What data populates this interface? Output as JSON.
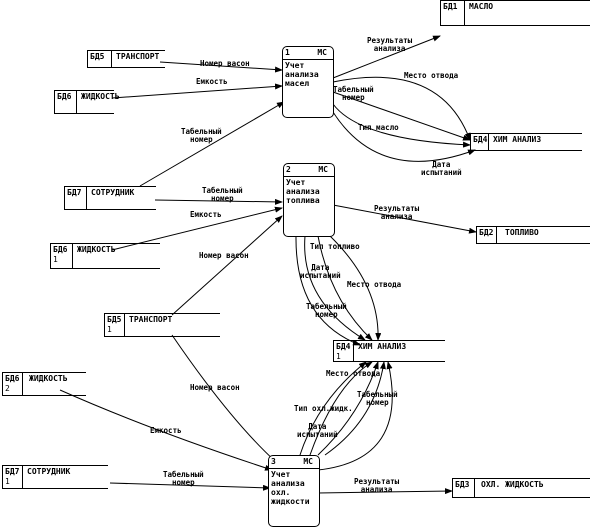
{
  "stores": [
    {
      "id": "s_oil",
      "code": "БД1",
      "name": "МАСЛО",
      "sub": ""
    },
    {
      "id": "s_transport1",
      "code": "БД5",
      "name": "ТРАНСПОРТ",
      "sub": ""
    },
    {
      "id": "s_liquid1",
      "code": "БД6",
      "name": "ЖИДКОСТЬ",
      "sub": ""
    },
    {
      "id": "s_staff1",
      "code": "БД7",
      "name": "СОТРУДНИК",
      "sub": ""
    },
    {
      "id": "s_chem1",
      "code": "БД4",
      "name": "ХИМ АНАЛИЗ",
      "sub": ""
    },
    {
      "id": "s_liquid2",
      "code": "БД6",
      "name": "ЖИДКОСТЬ",
      "sub": "1"
    },
    {
      "id": "s_fuel",
      "code": "БД2",
      "name": "ТОПЛИВО",
      "sub": ""
    },
    {
      "id": "s_transport2",
      "code": "БД5",
      "name": "ТРАНСПОРТ",
      "sub": "1"
    },
    {
      "id": "s_chem2",
      "code": "БД4",
      "name": "ХИМ АНАЛИЗ",
      "sub": "1"
    },
    {
      "id": "s_liquid3",
      "code": "БД6",
      "name": "ЖИДКОСТЬ",
      "sub": "2"
    },
    {
      "id": "s_staff2",
      "code": "БД7",
      "name": "СОТРУДНИК",
      "sub": "1"
    },
    {
      "id": "s_cool",
      "code": "БД3",
      "name": "ОХЛ. ЖИДКОСТЬ",
      "sub": ""
    }
  ],
  "processes": [
    {
      "id": "p1",
      "num": "1",
      "mc": "МС",
      "text": "Учет\nанализа\nмасел"
    },
    {
      "id": "p2",
      "num": "2",
      "mc": "МС",
      "text": "Учет\nанализа\nтоплива"
    },
    {
      "id": "p3",
      "num": "3",
      "mc": "МС",
      "text": "Учет\nанализа\nохл.\nжидкости"
    }
  ],
  "flows": [
    "Результаты\nанализа",
    "Номер васон",
    "Емкость",
    "Место отвода",
    "Табельный\nномер",
    "Тип масло",
    "Табельный\nномер",
    "Дата\nиспытаний",
    "Табельный\nномер",
    "Емкость",
    "Результаты\nанализа",
    "Номер васон",
    "Тип топливо",
    "Дата\nиспытаний",
    "Место отвода",
    "Табельный\nномер",
    "Место отвода",
    "Табельный\nномер",
    "Тип охл.жидк.",
    "Дата\nиспытаний",
    "Номер васон",
    "Емкость",
    "Табельный\nномер",
    "Результаты\nанализа"
  ]
}
